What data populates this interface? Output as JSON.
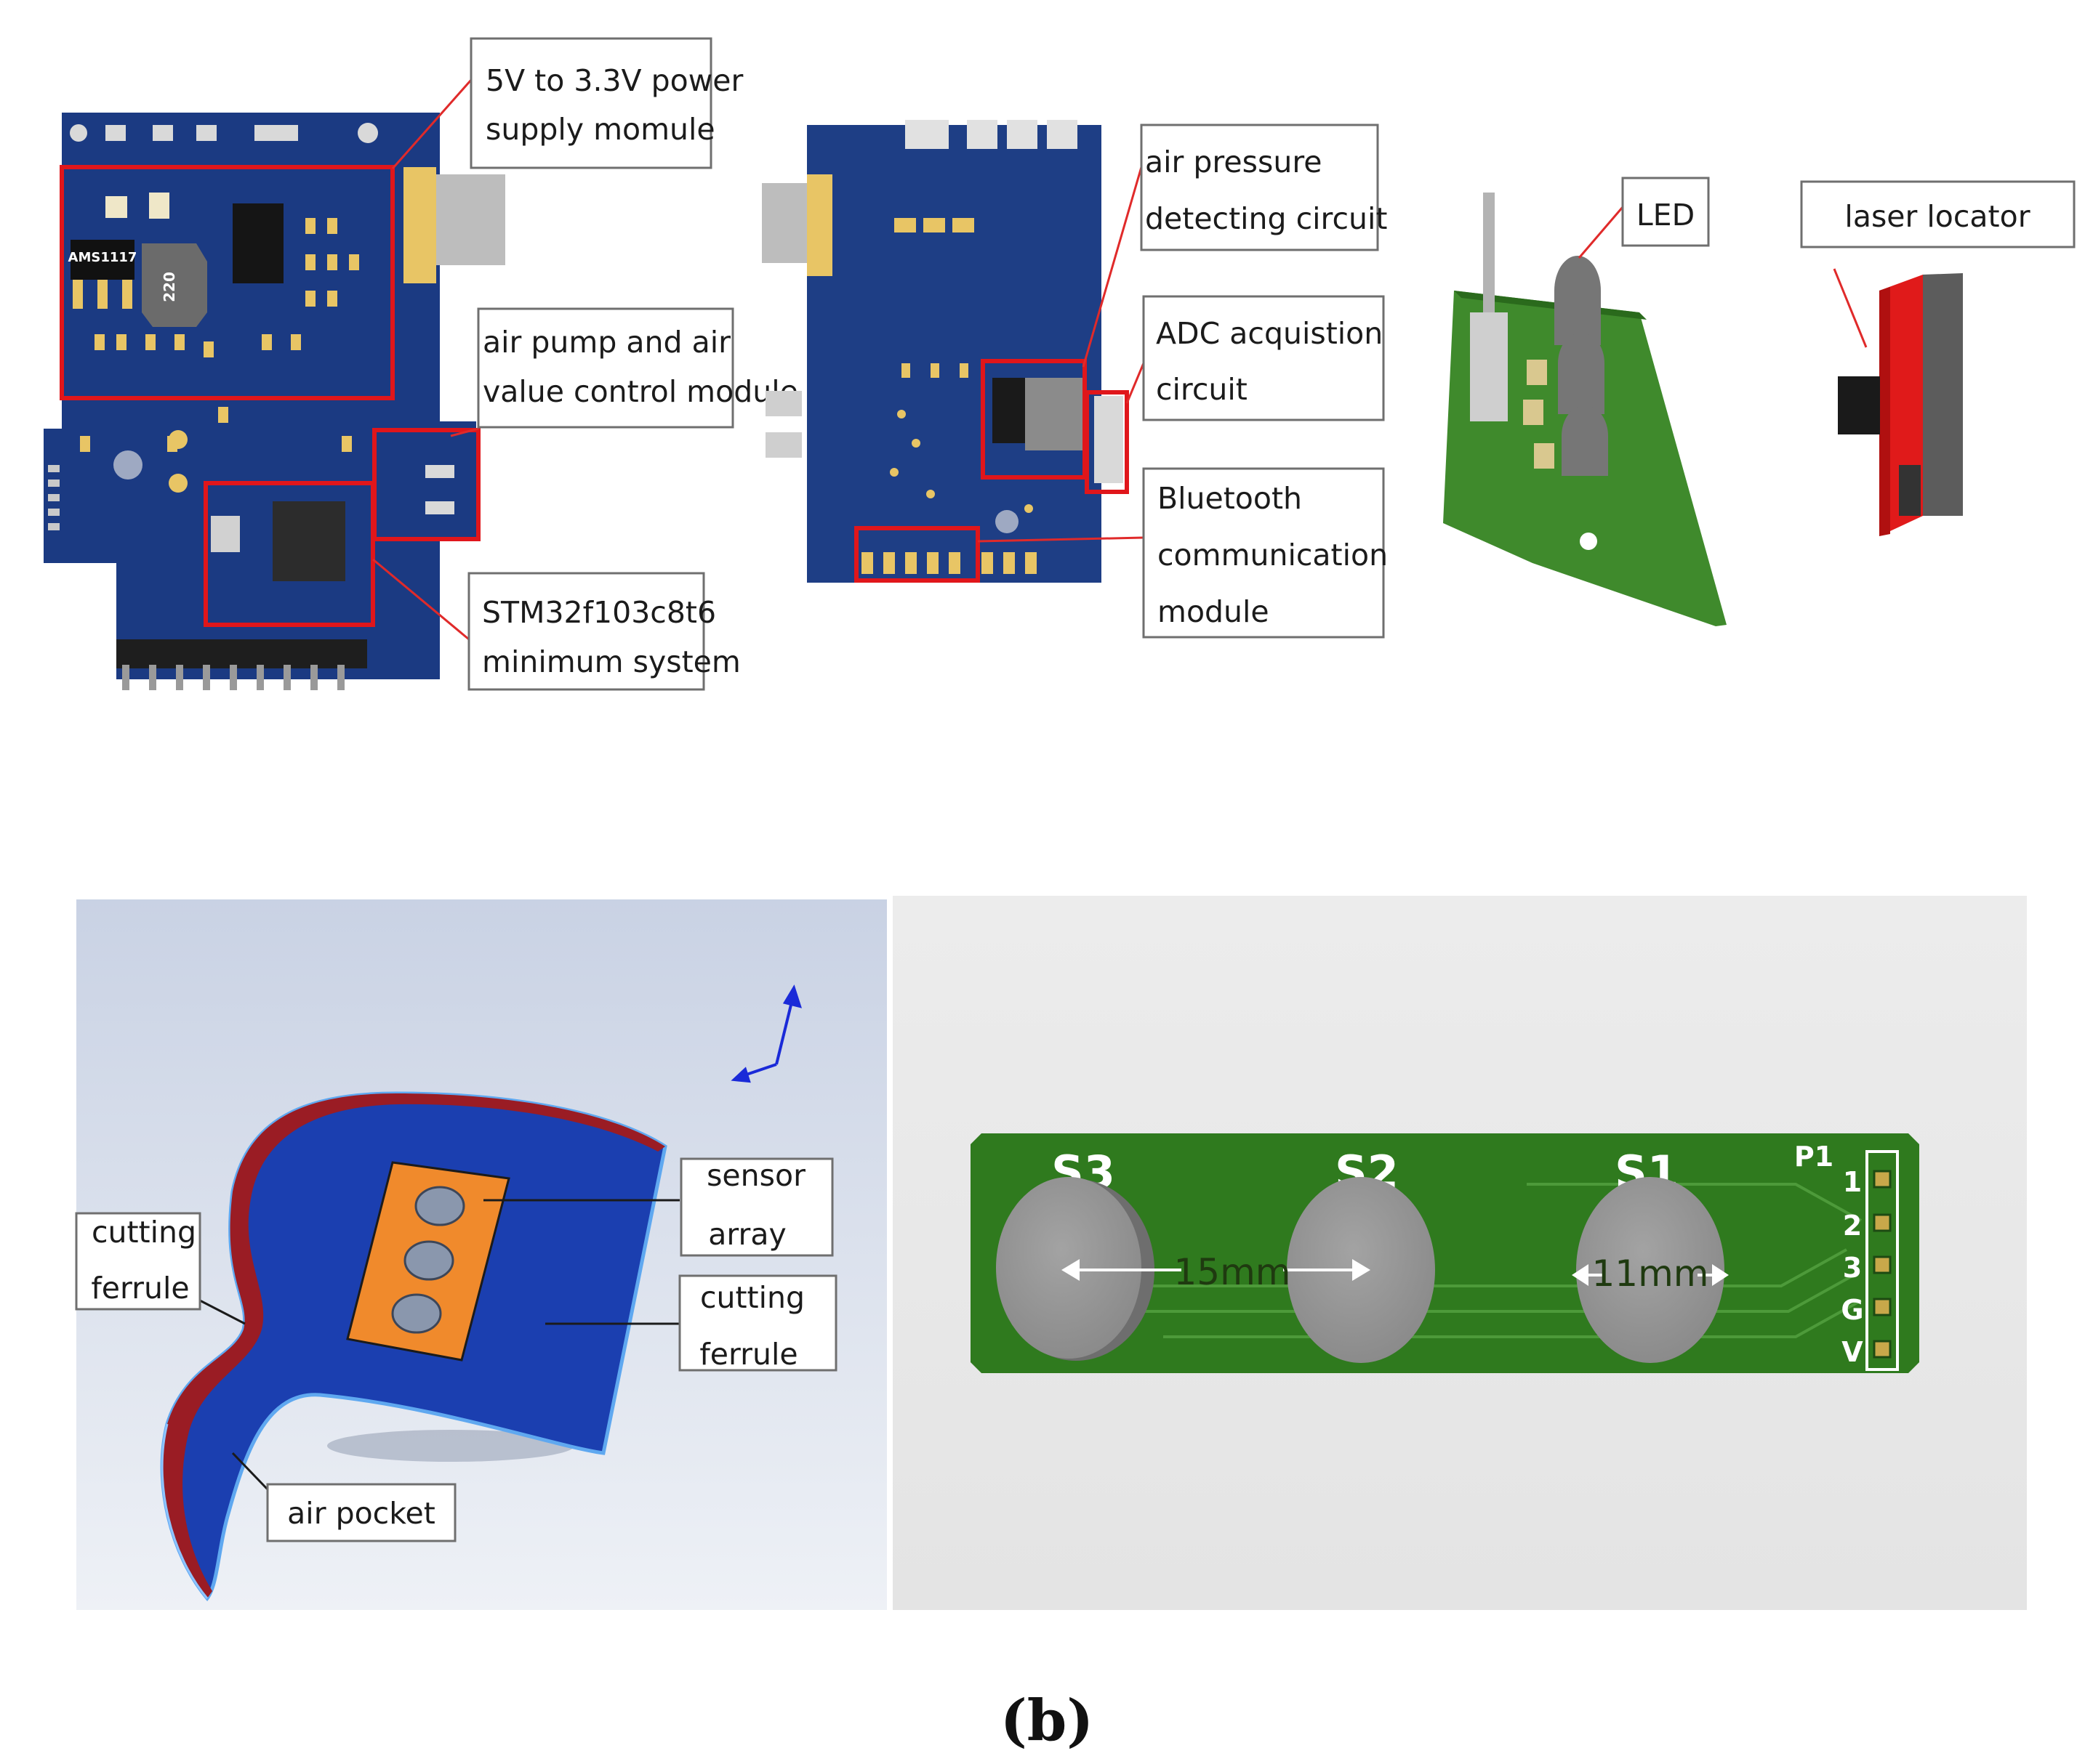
{
  "callouts": {
    "power_l1": "5V to 3.3V power",
    "power_l2": "supply momule",
    "pump_l1": "air pump and air",
    "pump_l2": "value control module",
    "stm_l1": "STM32f103c8t6",
    "stm_l2": "minimum system",
    "pressure_l1": "air pressure",
    "pressure_l2": "detecting circuit",
    "adc_l1": "ADC acquistion",
    "adc_l2": "circuit",
    "bt_l1": "Bluetooth",
    "bt_l2": "communication",
    "bt_l3": "module",
    "led": "LED",
    "laser": "laser locator",
    "sensor_l1": "sensor",
    "sensor_l2": "array",
    "ferrule_left_l1": "cutting",
    "ferrule_left_l2": "ferrule",
    "ferrule_right_l1": "cutting",
    "ferrule_right_l2": "ferrule",
    "air_pocket": "air pocket"
  },
  "pcb_silk": {
    "chip": "AMS1117",
    "inductor": "220",
    "sensors": [
      "S3",
      "S2",
      "S1"
    ],
    "header": "P1",
    "pins": [
      "1",
      "2",
      "3",
      "G",
      "V"
    ]
  },
  "dimensions": {
    "spacing": "15mm",
    "diameter": "11mm"
  },
  "caption": "(b)",
  "colors": {
    "pcb_blue": "#1b3a82",
    "pcb_green": "#2f7a1e",
    "highlight_red": "#e0161b",
    "orange_sensor_plate": "#f08a2c"
  }
}
